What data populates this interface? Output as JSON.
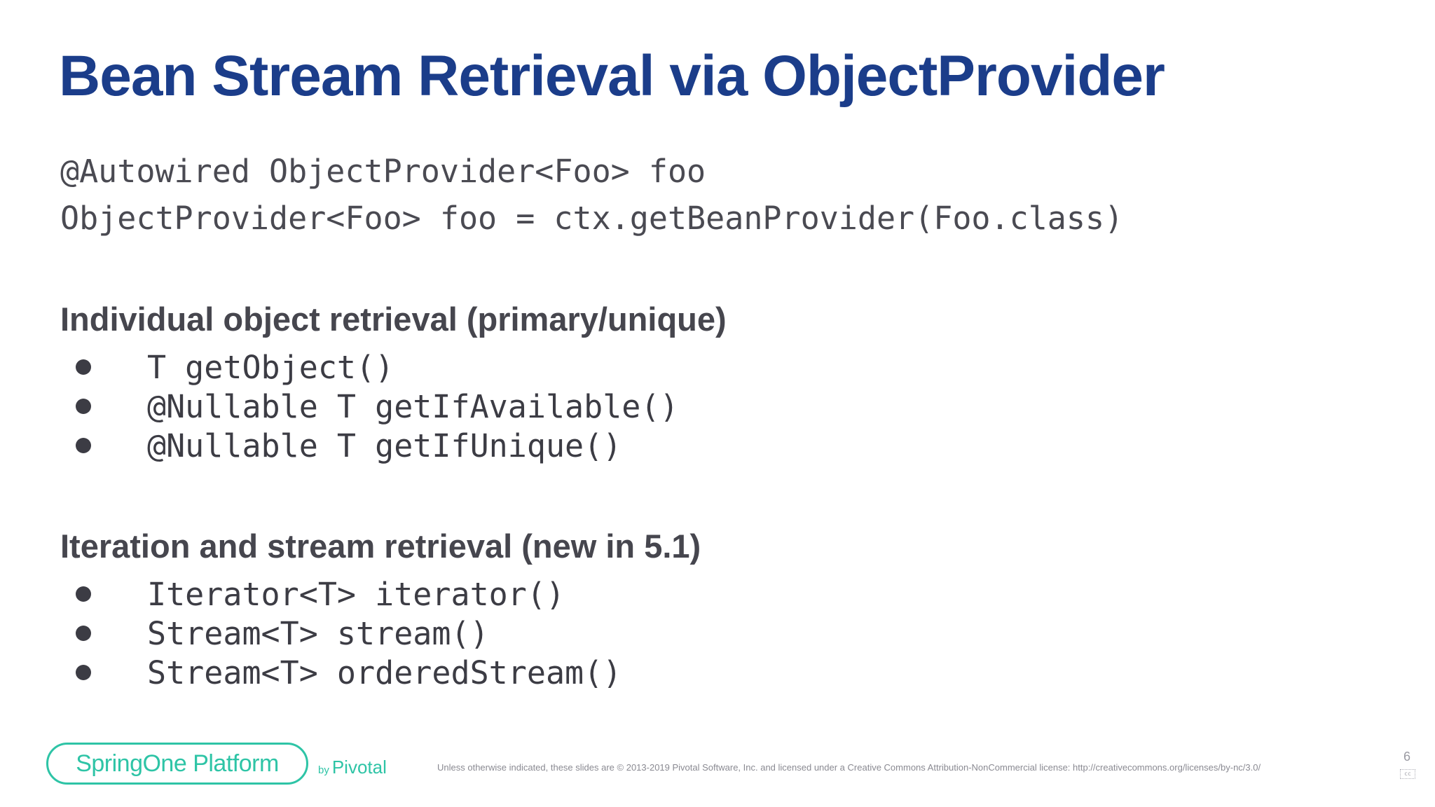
{
  "slide": {
    "title": "Bean Stream Retrieval via ObjectProvider",
    "code_lines": [
      "@Autowired ObjectProvider<Foo> foo",
      "ObjectProvider<Foo> foo = ctx.getBeanProvider(Foo.class)"
    ],
    "sections": [
      {
        "heading": "Individual object retrieval (primary/unique)",
        "items": [
          "T getObject()",
          "@Nullable T getIfAvailable()",
          "@Nullable T getIfUnique()"
        ]
      },
      {
        "heading": "Iteration and stream retrieval (new in 5.1)",
        "items": [
          "Iterator<T> iterator()",
          "Stream<T> stream()",
          "Stream<T> orderedStream()"
        ]
      }
    ]
  },
  "footer": {
    "logo_text": "SpringOne Platform",
    "by_text": "by",
    "pivotal_text": "Pivotal",
    "license_text": "Unless otherwise indicated, these slides are © 2013-2019 Pivotal Software, Inc. and licensed under a Creative Commons Attribution-NonCommercial license: http://creativecommons.org/licenses/by-nc/3.0/",
    "page_number": "6",
    "cc_icon_label": "cc"
  },
  "colors": {
    "title": "#1b3d8a",
    "body_text": "#46464e",
    "brand_accent": "#2ec4a6",
    "footer_text": "#8a8a92"
  },
  "icons": {
    "bullet": "bullet-dot-icon",
    "license": "creative-commons-icon"
  }
}
